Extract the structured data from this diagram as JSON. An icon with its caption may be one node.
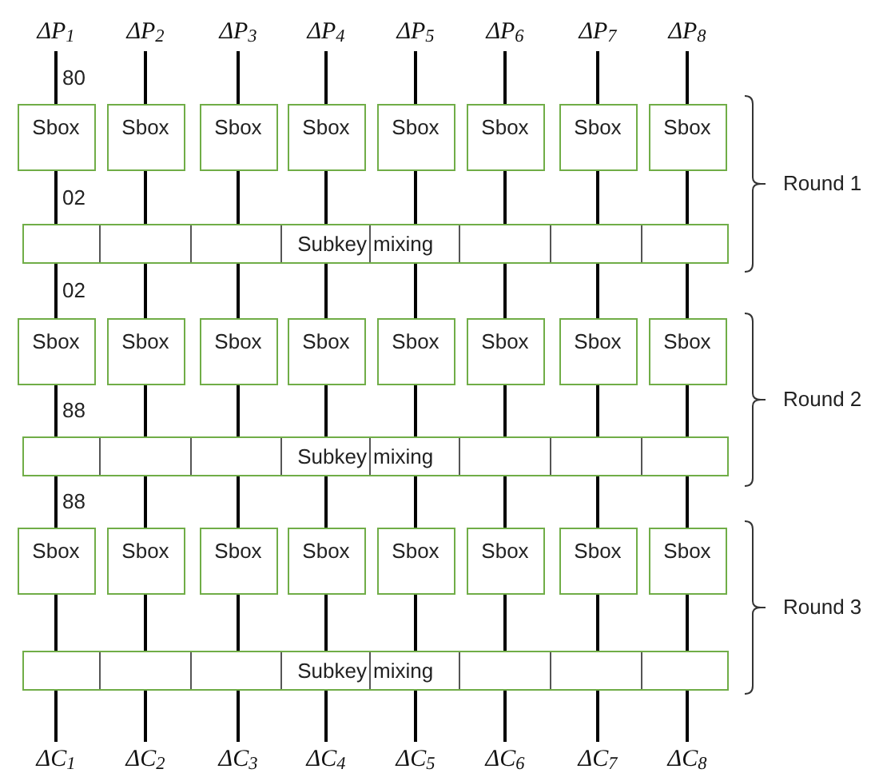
{
  "diagram": {
    "nodes": [
      {
        "text": [
          "ΔP$_{1}$"
        ]
      },
      {
        "text": [
          "ΔP$_{2}$"
        ]
      },
      {
        "text": [
          "ΔP$_{3}$"
        ]
      },
      {
        "text": [
          "ΔP$_{4}$"
        ]
      },
      {
        "text": [
          "ΔP$_{5}$"
        ]
      },
      {
        "text": [
          "ΔP$_{6}$"
        ]
      },
      {
        "text": [
          "ΔP$_{7}$"
        ]
      },
      {
        "text": [
          "ΔP$_{8}$"
        ]
      },
      {
        "text": [
          "Sbox"
        ]
      },
      {
        "text": [
          "Sbox"
        ]
      },
      {
        "text": [
          "Sbox"
        ]
      },
      {
        "text": [
          "Sbox"
        ]
      },
      {
        "text": [
          "Sbox"
        ]
      },
      {
        "text": [
          "Sbox"
        ]
      },
      {
        "text": [
          "Sbox"
        ]
      },
      {
        "text": [
          "Sbox"
        ]
      },
      {
        "text": [
          "Subkey mixing"
        ]
      },
      {
        "text": [
          "Sbox"
        ]
      },
      {
        "text": [
          "Sbox"
        ]
      },
      {
        "text": [
          "Sbox"
        ]
      },
      {
        "text": [
          "Sbox"
        ]
      },
      {
        "text": [
          "Sbox"
        ]
      },
      {
        "text": [
          "Sbox"
        ]
      },
      {
        "text": [
          "Sbox"
        ]
      },
      {
        "text": [
          "Sbox"
        ]
      },
      {
        "text": [
          "Subkey mixing"
        ]
      },
      {
        "text": [
          "Sbox"
        ]
      },
      {
        "text": [
          "Sbox"
        ]
      },
      {
        "text": [
          "Sbox"
        ]
      },
      {
        "text": [
          "Sbox"
        ]
      },
      {
        "text": [
          "Sbox"
        ]
      },
      {
        "text": [
          "Sbox"
        ]
      },
      {
        "text": [
          "Sbox"
        ]
      },
      {
        "text": [
          "Sbox"
        ]
      },
      {
        "text": [
          "Subkey mixing"
        ]
      },
      {
        "text": [
          "ΔC$_{1}$"
        ]
      },
      {
        "text": [
          "ΔC$_{2}$"
        ]
      },
      {
        "text": [
          "ΔC$_{3}$"
        ]
      },
      {
        "text": [
          "ΔC$_{4}$"
        ]
      },
      {
        "text": [
          "ΔC$_{5}$"
        ]
      },
      {
        "text": [
          "ΔC$_{6}$"
        ]
      },
      {
        "text": [
          "ΔC$_{7}$"
        ]
      },
      {
        "text": [
          "ΔC$_{8}$"
        ]
      }
    ],
    "edges": [
      {
        "from": 0,
        "to": 8,
        "arrow": "none",
        "label": "80"
      },
      {
        "from": 1,
        "to": 9,
        "arrow": "none"
      },
      {
        "from": 2,
        "to": 10,
        "arrow": "none"
      },
      {
        "from": 3,
        "to": 11,
        "arrow": "none"
      },
      {
        "from": 4,
        "to": 12,
        "arrow": "none"
      },
      {
        "from": 5,
        "to": 13,
        "arrow": "none"
      },
      {
        "from": 6,
        "to": 14,
        "arrow": "none"
      },
      {
        "from": 7,
        "to": 15,
        "arrow": "none"
      },
      {
        "from": 8,
        "to": 16,
        "arrow": "none",
        "label": "02"
      },
      {
        "from": 9,
        "to": 16,
        "arrow": "none"
      },
      {
        "from": 10,
        "to": 16,
        "arrow": "none"
      },
      {
        "from": 11,
        "to": 16,
        "arrow": "none"
      },
      {
        "from": 12,
        "to": 16,
        "arrow": "none"
      },
      {
        "from": 13,
        "to": 16,
        "arrow": "none"
      },
      {
        "from": 14,
        "to": 16,
        "arrow": "none"
      },
      {
        "from": 15,
        "to": 16,
        "arrow": "none"
      },
      {
        "from": 16,
        "to": 17,
        "arrow": "none",
        "label": "02"
      },
      {
        "from": 16,
        "to": 18,
        "arrow": "none"
      },
      {
        "from": 16,
        "to": 19,
        "arrow": "none"
      },
      {
        "from": 16,
        "to": 20,
        "arrow": "none"
      },
      {
        "from": 16,
        "to": 21,
        "arrow": "none"
      },
      {
        "from": 16,
        "to": 22,
        "arrow": "none"
      },
      {
        "from": 16,
        "to": 23,
        "arrow": "none"
      },
      {
        "from": 16,
        "to": 24,
        "arrow": "none"
      },
      {
        "from": 17,
        "to": 25,
        "arrow": "none",
        "label": "88"
      },
      {
        "from": 18,
        "to": 25,
        "arrow": "none"
      },
      {
        "from": 19,
        "to": 25,
        "arrow": "none"
      },
      {
        "from": 20,
        "to": 25,
        "arrow": "none"
      },
      {
        "from": 21,
        "to": 25,
        "arrow": "none"
      },
      {
        "from": 22,
        "to": 25,
        "arrow": "none"
      },
      {
        "from": 23,
        "to": 25,
        "arrow": "none"
      },
      {
        "from": 24,
        "to": 25,
        "arrow": "none"
      },
      {
        "from": 25,
        "to": 26,
        "arrow": "none",
        "label": "88"
      },
      {
        "from": 25,
        "to": 27,
        "arrow": "none"
      },
      {
        "from": 25,
        "to": 28,
        "arrow": "none"
      },
      {
        "from": 25,
        "to": 29,
        "arrow": "none"
      },
      {
        "from": 25,
        "to": 30,
        "arrow": "none"
      },
      {
        "from": 25,
        "to": 31,
        "arrow": "none"
      },
      {
        "from": 25,
        "to": 32,
        "arrow": "none"
      },
      {
        "from": 25,
        "to": 33,
        "arrow": "none"
      },
      {
        "from": 26,
        "to": 34,
        "arrow": "none"
      },
      {
        "from": 27,
        "to": 34,
        "arrow": "none"
      },
      {
        "from": 28,
        "to": 34,
        "arrow": "none"
      },
      {
        "from": 29,
        "to": 34,
        "arrow": "none"
      },
      {
        "from": 30,
        "to": 34,
        "arrow": "none"
      },
      {
        "from": 31,
        "to": 34,
        "arrow": "none"
      },
      {
        "from": 32,
        "to": 34,
        "arrow": "none"
      },
      {
        "from": 33,
        "to": 34,
        "arrow": "none"
      },
      {
        "from": 34,
        "to": 35,
        "arrow": "none"
      },
      {
        "from": 34,
        "to": 36,
        "arrow": "none"
      },
      {
        "from": 34,
        "to": 37,
        "arrow": "none"
      },
      {
        "from": 34,
        "to": 38,
        "arrow": "none"
      },
      {
        "from": 34,
        "to": 39,
        "arrow": "none"
      },
      {
        "from": 34,
        "to": 40,
        "arrow": "none"
      },
      {
        "from": 34,
        "to": 41,
        "arrow": "none"
      },
      {
        "from": 34,
        "to": 42,
        "arrow": "none"
      }
    ],
    "labels": [
      "Round 1",
      "Round 2",
      "Round 3"
    ]
  }
}
